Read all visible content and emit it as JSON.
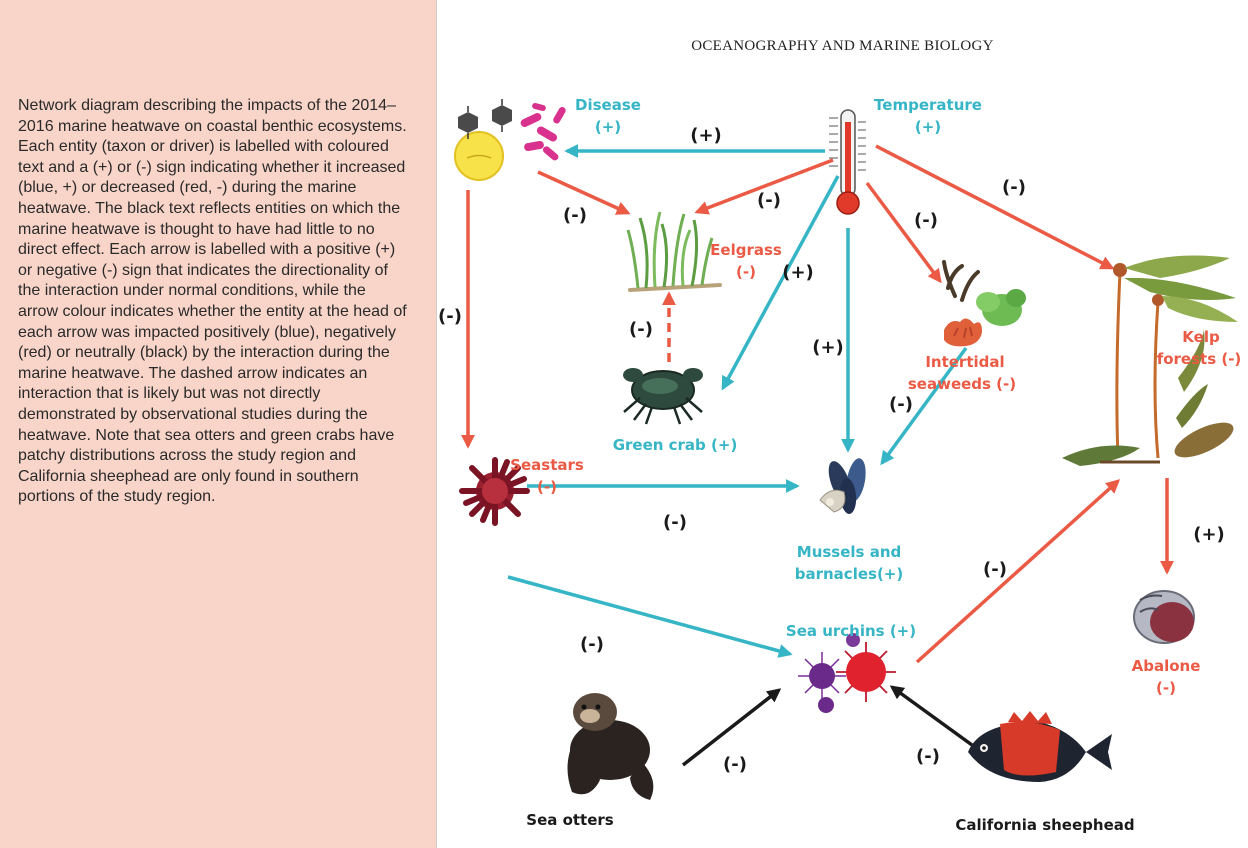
{
  "caption": "Network diagram describing the impacts of the 2014–2016 marine heatwave on coastal benthic ecosystems. Each entity (taxon or driver) is labelled with coloured text and a (+) or (-) sign indicating whether it increased (blue, +) or decreased (red, -) during the marine heatwave. The black text reflects entities on which the marine heatwave is thought to have had little to no direct effect. Each arrow is labelled with a positive (+) or negative (-) sign that indicates the directionality of the interaction under normal conditions, while the arrow colour indicates whether the entity at the head of each arrow was impacted positively (blue), negatively (red) or neutrally (black) by the interaction during the marine heatwave. The dashed arrow indicates an interaction that is likely but was not directly demonstrated by observational studies during the heatwave. Note that sea otters and green crabs have patchy distributions across the study region and California sheephead are only found in southern portions of the study region.",
  "running_head": "OCEANOGRAPHY AND MARINE BIOLOGY",
  "colors": {
    "positive": "#35b5c5",
    "negative": "#ea5a44",
    "neutral": "#1a1a1a",
    "caption_bg": "#f9d5c9"
  },
  "nodes": {
    "disease": {
      "name": "Disease",
      "sign": "(+)"
    },
    "temperature": {
      "name": "Temperature",
      "sign": "(+)"
    },
    "eelgrass": {
      "name": "Eelgrass",
      "sign": "(-)"
    },
    "kelp": {
      "name": "Kelp",
      "name2": "forests (-)"
    },
    "intertidal": {
      "name": "Intertidal",
      "name2": "seaweeds (-)"
    },
    "green_crab": {
      "name": "Green crab (+)"
    },
    "seastars": {
      "name": "Seastars",
      "sign": "(-)"
    },
    "mussels": {
      "name": "Mussels and",
      "name2": "barnacles(+)"
    },
    "urchins": {
      "name": "Sea urchins (+)"
    },
    "abalone": {
      "name": "Abalone",
      "sign": "(-)"
    },
    "otters": {
      "name": "Sea otters"
    },
    "sheephead": {
      "name": "California sheephead"
    }
  },
  "edges": [
    {
      "from": "temperature",
      "to": "disease",
      "sign": "(+)",
      "color": "blue"
    },
    {
      "from": "disease",
      "to": "eelgrass",
      "sign": "(-)",
      "color": "red"
    },
    {
      "from": "temperature",
      "to": "eelgrass",
      "sign": "(-)",
      "color": "red"
    },
    {
      "from": "temperature",
      "to": "green crab",
      "sign": "(+)",
      "color": "blue"
    },
    {
      "from": "temperature",
      "to": "mussels and barnacles",
      "sign": "(+)",
      "color": "blue"
    },
    {
      "from": "temperature",
      "to": "intertidal seaweeds",
      "sign": "(-)",
      "color": "red"
    },
    {
      "from": "temperature",
      "to": "kelp forests",
      "sign": "(-)",
      "color": "red"
    },
    {
      "from": "disease",
      "to": "seastars",
      "sign": "(-)",
      "color": "red"
    },
    {
      "from": "green crab",
      "to": "eelgrass",
      "sign": "(-)",
      "color": "red",
      "style": "dashed"
    },
    {
      "from": "intertidal seaweeds",
      "to": "mussels and barnacles",
      "sign": "(-)",
      "color": "blue"
    },
    {
      "from": "seastars",
      "to": "mussels and barnacles",
      "sign": "(-)",
      "color": "blue"
    },
    {
      "from": "seastars",
      "to": "sea urchins",
      "sign": "(-)",
      "color": "blue"
    },
    {
      "from": "sea urchins",
      "to": "kelp forests",
      "sign": "(-)",
      "color": "red"
    },
    {
      "from": "kelp forests",
      "to": "abalone",
      "sign": "(+)",
      "color": "red"
    },
    {
      "from": "sea otters",
      "to": "sea urchins",
      "sign": "(-)",
      "color": "black"
    },
    {
      "from": "california sheephead",
      "to": "sea urchins",
      "sign": "(-)",
      "color": "black"
    }
  ]
}
